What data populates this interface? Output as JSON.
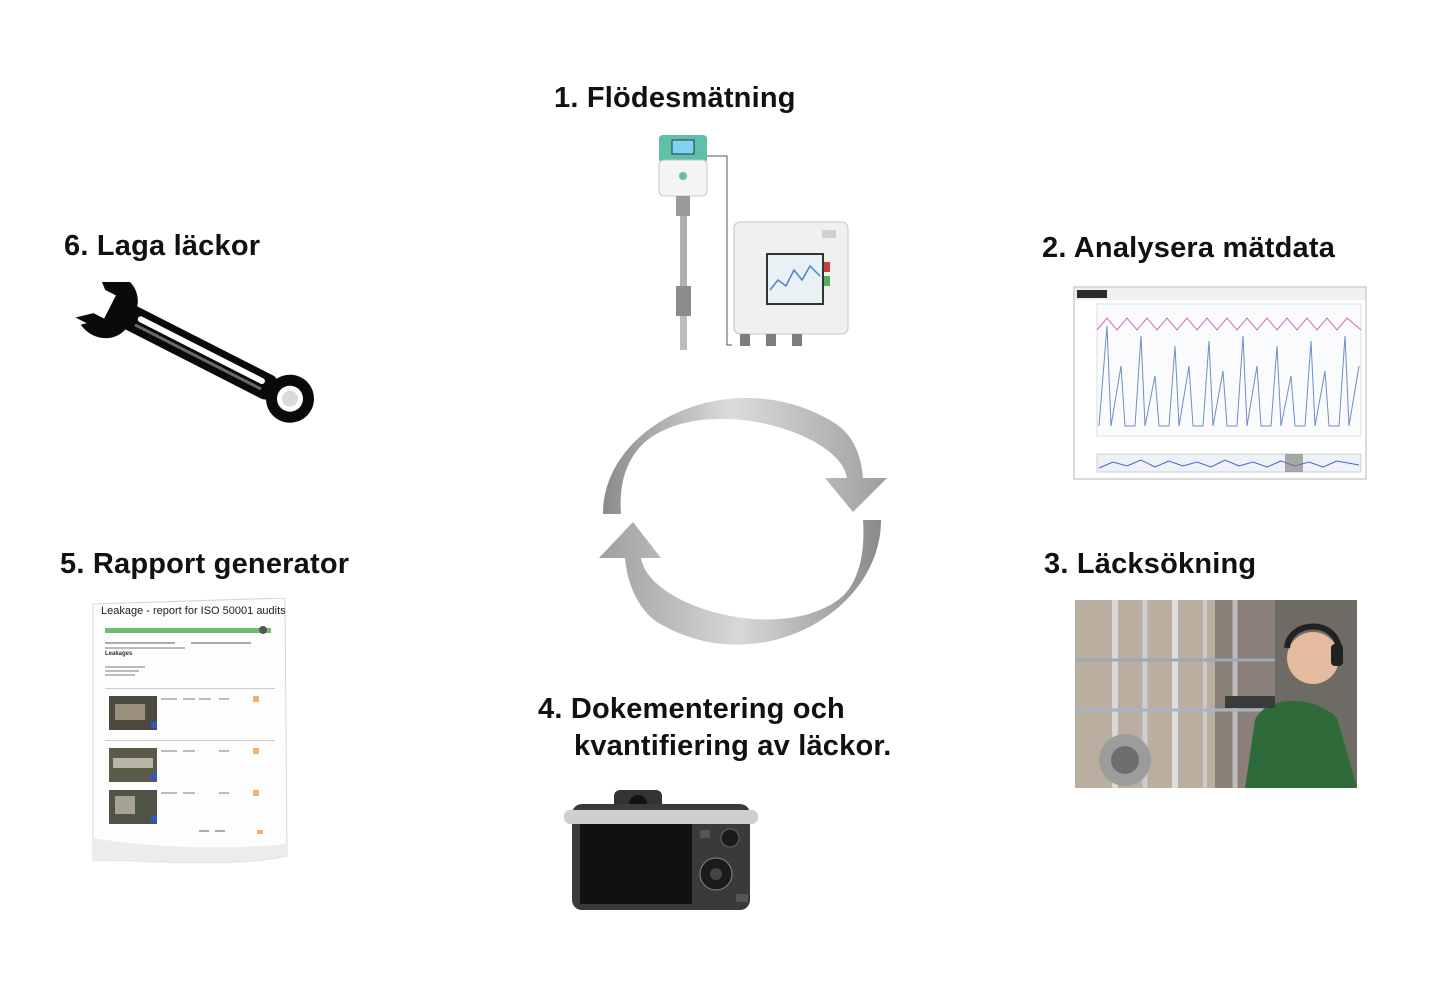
{
  "steps": [
    {
      "number": "1",
      "label": "1. Flödesmätning",
      "icon": "flow-meter-icon"
    },
    {
      "number": "2",
      "label": "2. Analysera mätdata",
      "icon": "chart-screenshot-icon"
    },
    {
      "number": "3",
      "label": "3. Läcksökning",
      "icon": "leak-detection-photo-icon"
    },
    {
      "number": "4",
      "label_line1": "4. Dokementering och",
      "label_line2": "kvantifiering av läckor.",
      "icon": "camera-icon"
    },
    {
      "number": "5",
      "label": "5. Rapport generator",
      "icon": "report-document-icon"
    },
    {
      "number": "6",
      "label": "6. Laga läckor",
      "icon": "wrench-icon"
    }
  ],
  "report": {
    "title": "Leakage - report for ISO 50001 audits",
    "section": "Leakages"
  },
  "cycle": {
    "icon": "cycle-arrows-icon",
    "color": "#9a9a9a"
  }
}
